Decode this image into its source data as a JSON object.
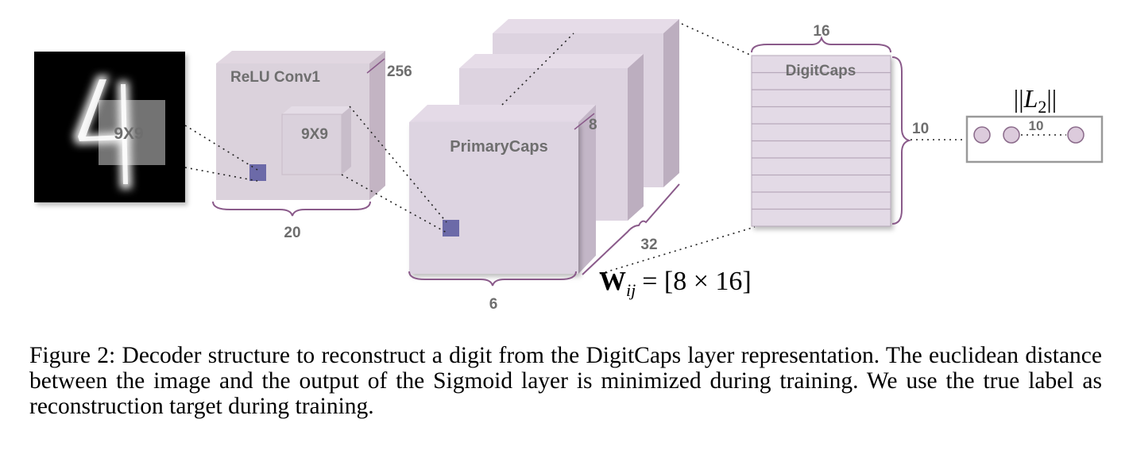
{
  "input_image": {
    "kernel_label": "9X9"
  },
  "relu_conv1": {
    "title": "ReLU Conv1",
    "depth_label": "256",
    "kernel_label": "9X9",
    "width_label": "20"
  },
  "primary_caps": {
    "title": "PrimaryCaps",
    "depth_label": "8",
    "count_label": "32",
    "width_label": "6"
  },
  "weight_matrix": {
    "symbol": "W",
    "subscript": "ij",
    "value": "= [8 × 16]"
  },
  "digit_caps": {
    "title": "DigitCaps",
    "top_label": "16",
    "side_label": "10",
    "rows": 10
  },
  "output": {
    "norm_open": "||",
    "norm_symbol": "L",
    "norm_subscript": "2",
    "norm_close": "||",
    "count_label": "10"
  },
  "caption": "Figure 2: Decoder structure to reconstruct a digit from the DigitCaps layer representation. The euclidean distance between the image and the output of the Sigmoid layer is minimized during training. We use the true label as reconstruction target during training."
}
